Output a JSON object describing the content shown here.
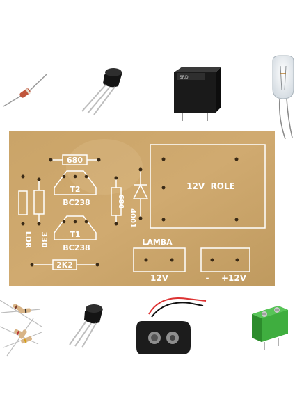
{
  "components_top": [
    {
      "name": "diode",
      "icon": "diode-icon"
    },
    {
      "name": "transistor",
      "icon": "transistor-icon"
    },
    {
      "name": "relay",
      "icon": "relay-icon",
      "marking": "SRD"
    },
    {
      "name": "lamp",
      "icon": "bulb-icon"
    }
  ],
  "pcb": {
    "board_color": "#c9a266",
    "text_color": "#ffffff",
    "labels": {
      "r_680_top": "680",
      "t2": "T2",
      "bc238_top": "BC238",
      "r_680_side": "680",
      "diode": "4001",
      "relay": "12V  ROLE",
      "t1": "T1",
      "bc238_bottom": "BC238",
      "ldr": "LDR",
      "r_330": "330",
      "r_2k2": "2K2",
      "lamba": "LAMBA",
      "lamp_12v": "12V",
      "minus": "-",
      "plus_12v": "+12V"
    }
  },
  "components_bottom": [
    {
      "name": "resistors",
      "icon": "resistor-icon"
    },
    {
      "name": "transistor",
      "icon": "transistor-icon"
    },
    {
      "name": "battery snap",
      "icon": "battery-snap-icon"
    },
    {
      "name": "terminal block",
      "icon": "terminal-block-icon"
    }
  ]
}
